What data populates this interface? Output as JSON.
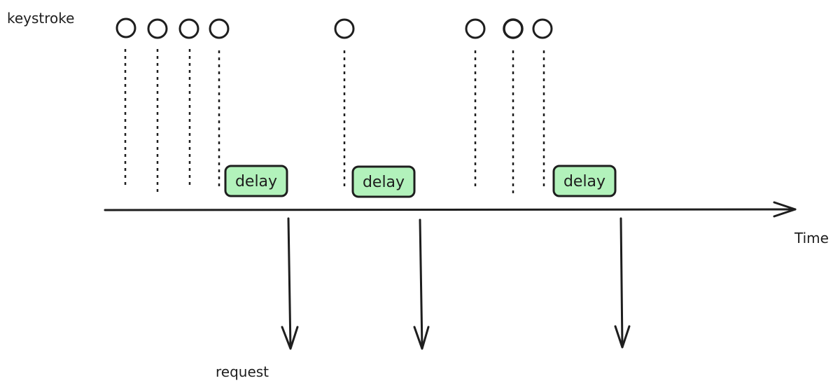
{
  "labels": {
    "keystroke": "keystroke",
    "time": "Time",
    "request": "request"
  },
  "delay_label": "delay",
  "colors": {
    "stroke": "#1e1e1e",
    "delay_fill": "#b2f2bb"
  },
  "icons": {
    "keystroke": "circle-icon",
    "delay": "rounded-rect",
    "request": "arrow-down-icon"
  },
  "groups": [
    {
      "keystrokes": 4
    },
    {
      "keystrokes": 1
    },
    {
      "keystrokes": 3
    }
  ]
}
